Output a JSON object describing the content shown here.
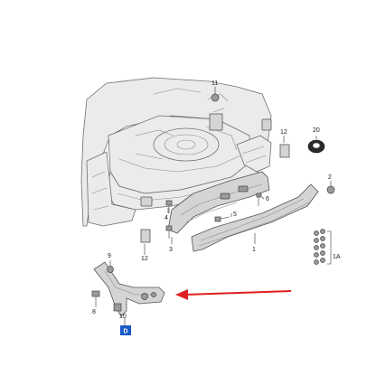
{
  "labels": {
    "p1": "1",
    "p1a": "1A",
    "p2": "2",
    "p3": "3",
    "p4": "4",
    "p5": "5",
    "p6": "6",
    "p8": "8",
    "p9": "9",
    "p10": "10",
    "p11": "11",
    "p12a": "12",
    "p12b": "12",
    "p20": "20"
  },
  "badge": {
    "text": "D"
  },
  "colors": {
    "arrow": "#e02020",
    "badge": "#1a58c8",
    "line": "#6e6e6e",
    "part_fill": "#d4d4d4"
  }
}
